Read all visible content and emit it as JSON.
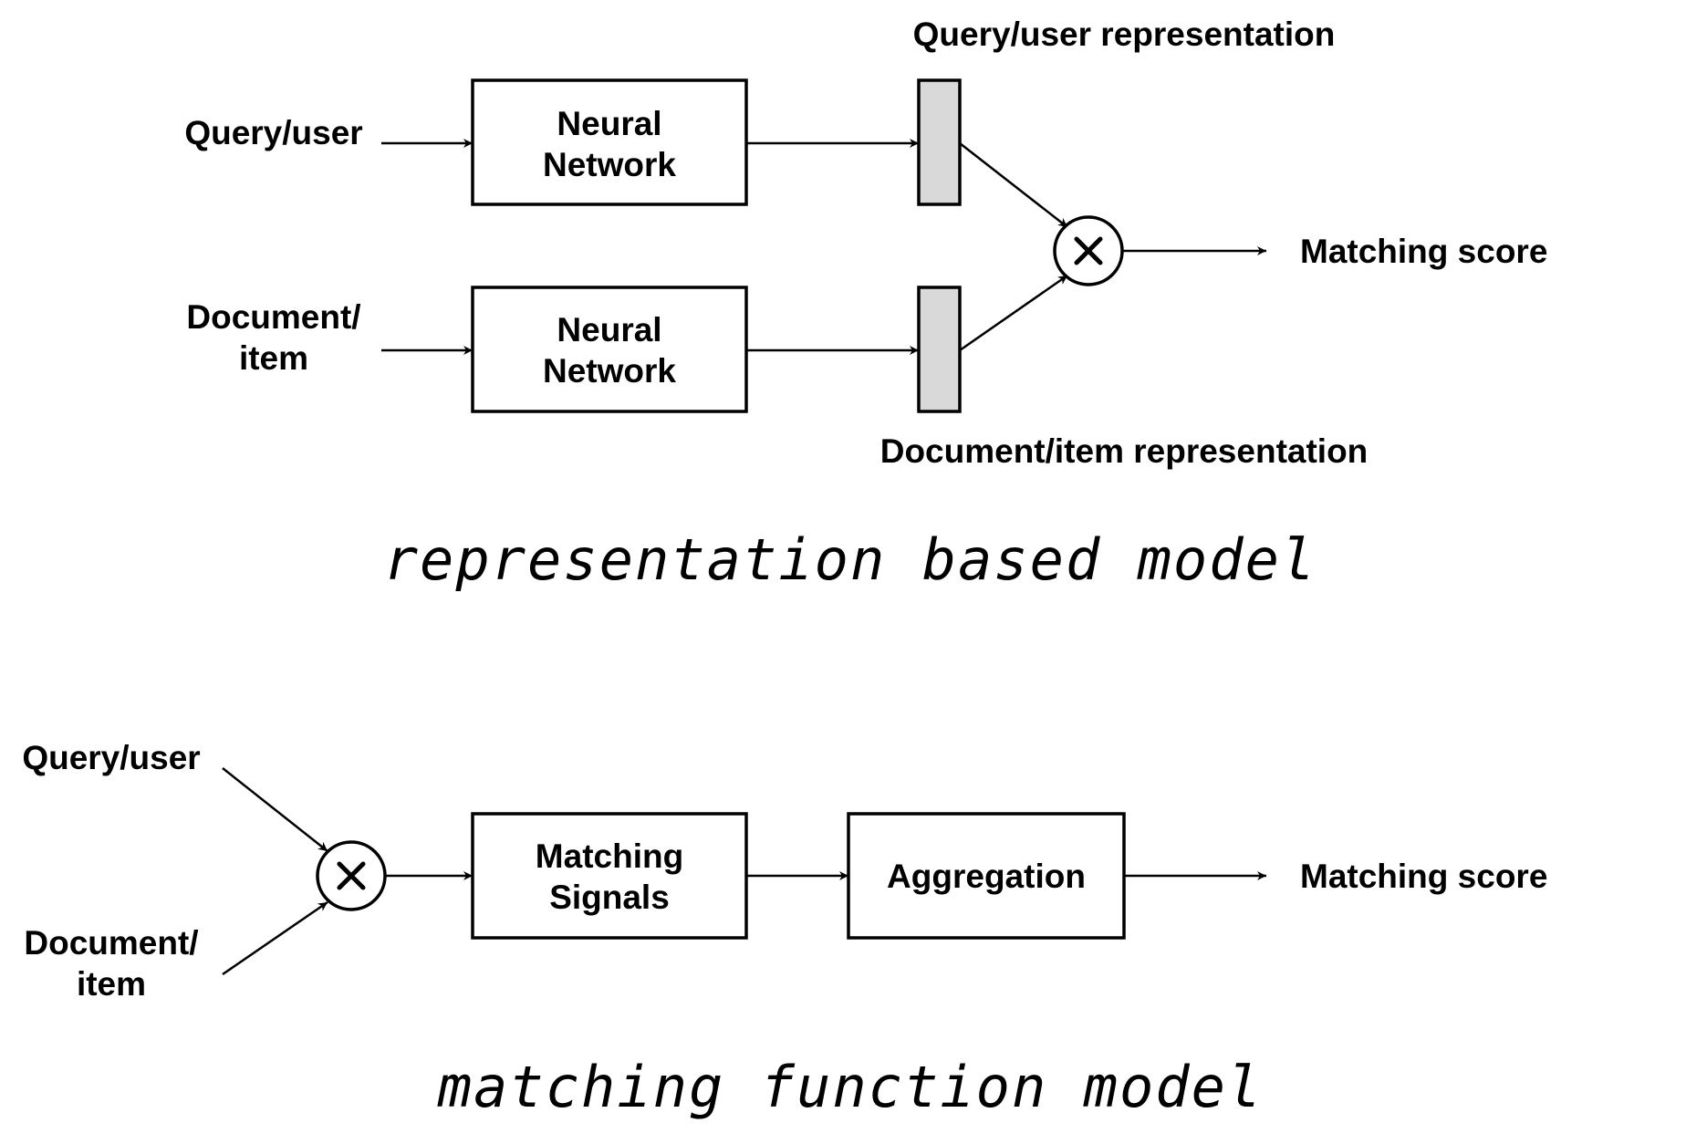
{
  "representation_model": {
    "title": "representation based model",
    "input_query": "Query/user",
    "input_doc_line1": "Document/",
    "input_doc_line2": "item",
    "nn_top_line1": "Neural",
    "nn_top_line2": "Network",
    "nn_bottom_line1": "Neural",
    "nn_bottom_line2": "Network",
    "query_repr_label": "Query/user representation",
    "doc_repr_label": "Document/item representation",
    "output_label": "Matching score"
  },
  "matching_function_model": {
    "title": "matching function model",
    "input_query": "Query/user",
    "input_doc_line1": "Document/",
    "input_doc_line2": "item",
    "signals_line1": "Matching",
    "signals_line2": "Signals",
    "aggregation": "Aggregation",
    "output_label": "Matching score"
  },
  "icons": {
    "operator": "multiply-icon"
  },
  "colors": {
    "representation_fill": "#d9d9d9",
    "stroke": "#000000",
    "background": "#ffffff"
  }
}
